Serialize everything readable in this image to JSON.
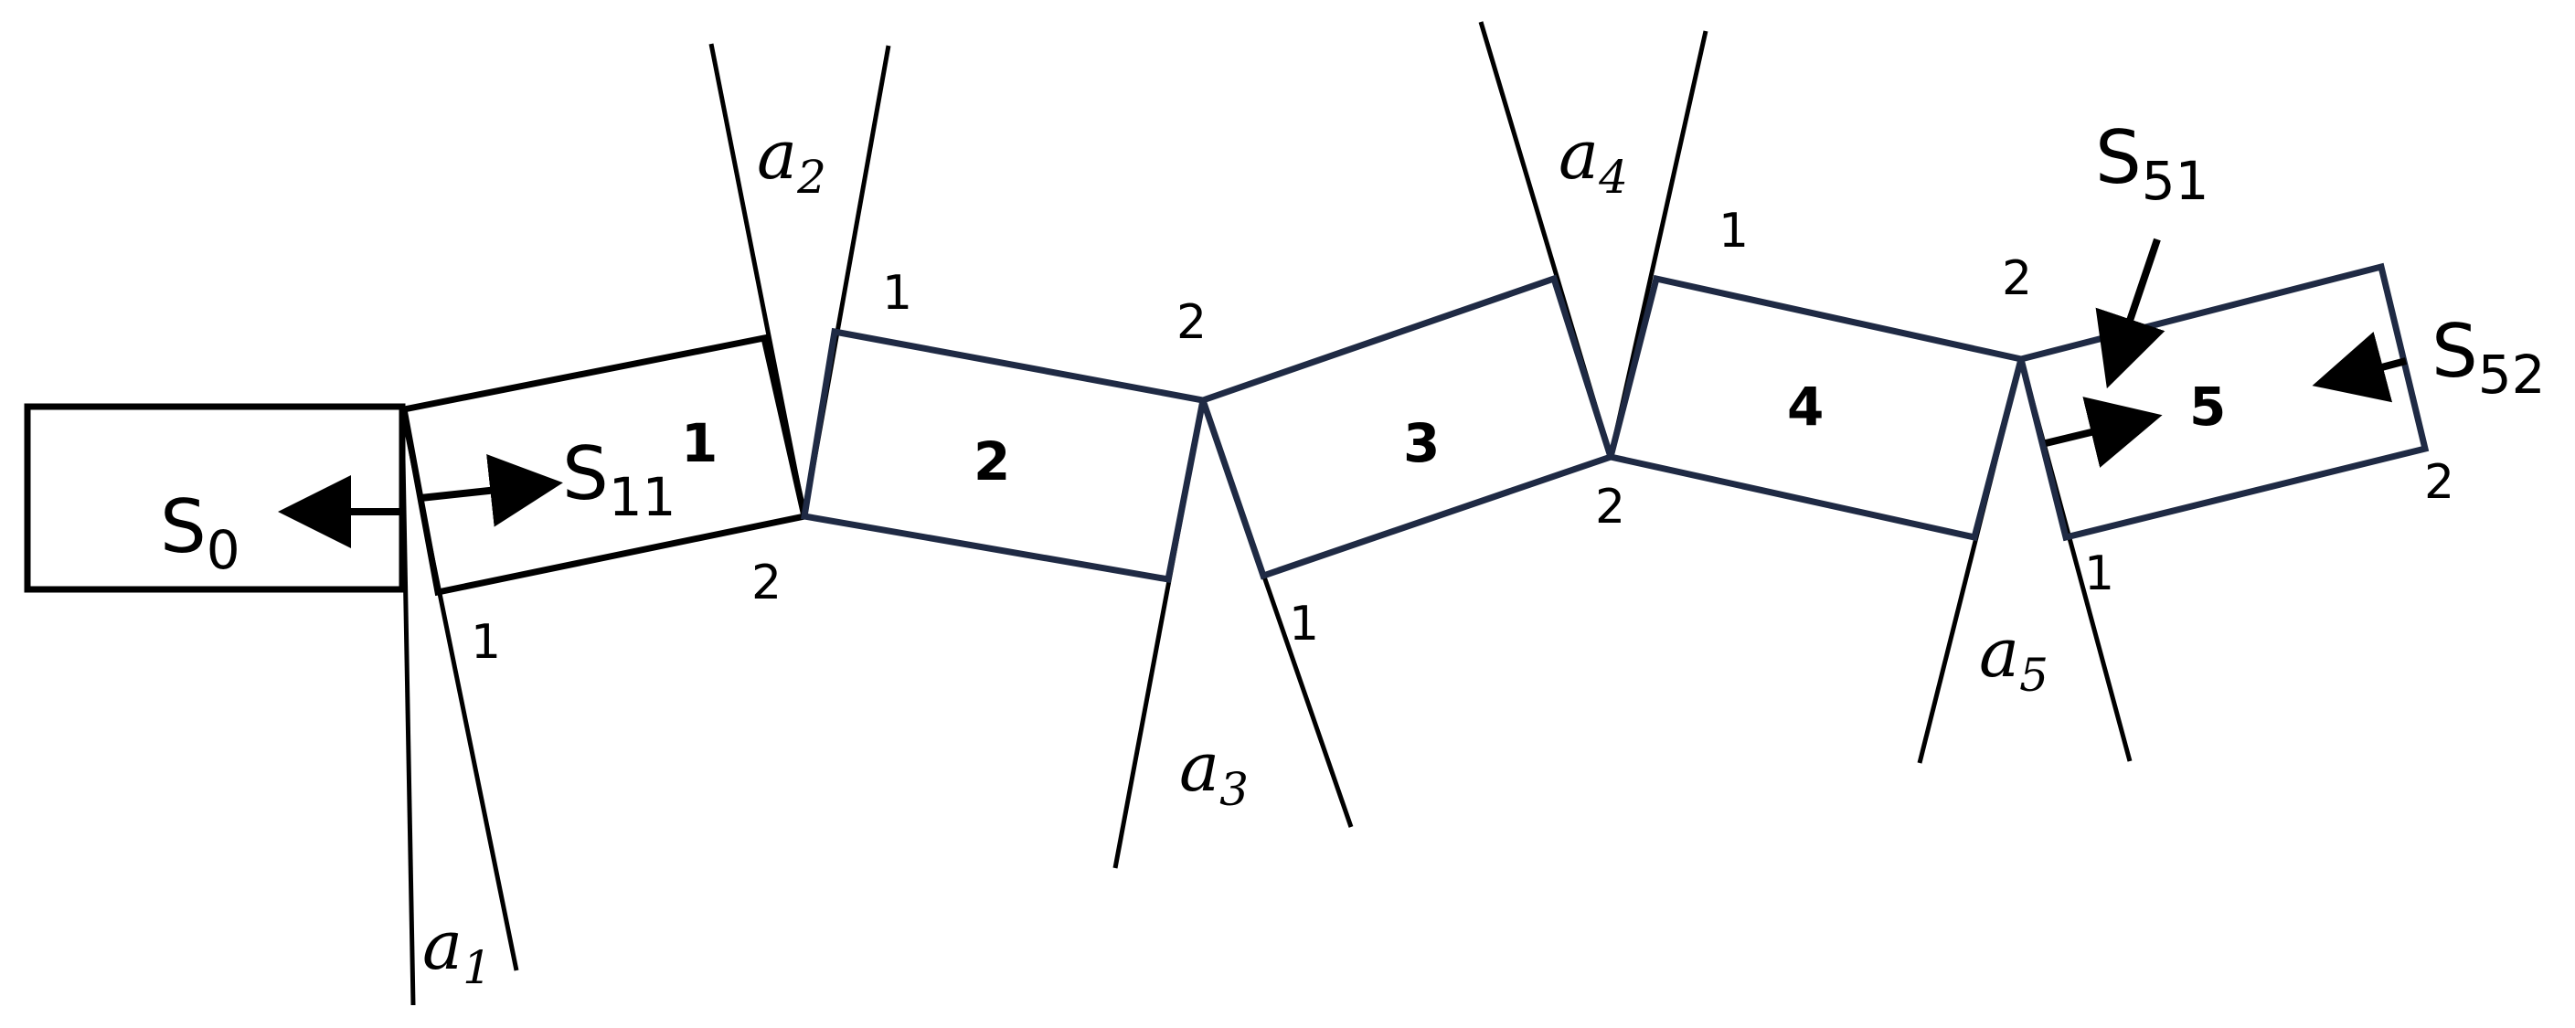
{
  "colors": {
    "line": "#000000",
    "link_blue": "#1f2a44"
  },
  "labels": {
    "s0": {
      "main": "S",
      "sub": "0"
    },
    "s11": {
      "main": "S",
      "sub": "11"
    },
    "s51": {
      "main": "S",
      "sub": "51"
    },
    "s52": {
      "main": "S",
      "sub": "52"
    },
    "a1": {
      "main": "a",
      "sub": "1"
    },
    "a2": {
      "main": "a",
      "sub": "2"
    },
    "a3": {
      "main": "a",
      "sub": "3"
    },
    "a4": {
      "main": "a",
      "sub": "4"
    },
    "a5": {
      "main": "a",
      "sub": "5"
    },
    "link_numbers": [
      "1",
      "2",
      "3",
      "4",
      "5"
    ],
    "vertex_1": "1",
    "vertex_2": "2"
  }
}
